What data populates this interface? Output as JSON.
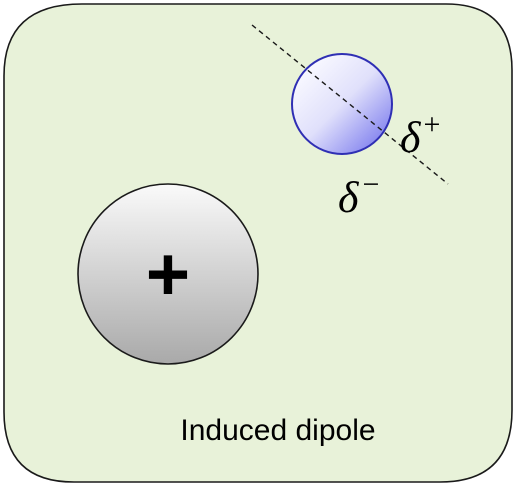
{
  "diagram": {
    "caption": "Induced dipole",
    "ion_symbol": "+",
    "partial_positive": {
      "base": "δ",
      "sup": "+"
    },
    "partial_negative": {
      "base": "δ",
      "sup": "−"
    }
  },
  "colors": {
    "panel_fill": "#e8f2d9",
    "panel_stroke": "#1a1a1a",
    "ion_fill_light": "#fafafa",
    "ion_fill_dark": "#a9a9a9",
    "molecule_fill_light": "#f6f6ff",
    "molecule_fill_dark": "#8c8cf0",
    "molecule_stroke": "#2f2fb4"
  }
}
